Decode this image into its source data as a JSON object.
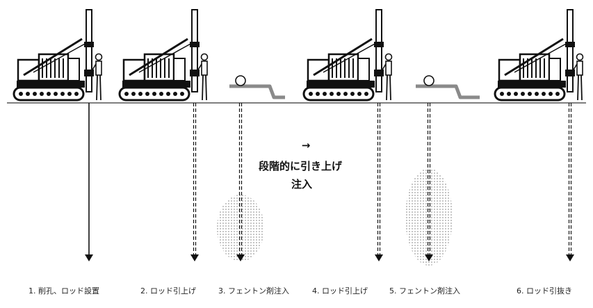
{
  "diagram": {
    "center_note": {
      "arrow": "→",
      "line1": "段階的に引き上げ",
      "line2": "注入"
    },
    "steps": [
      {
        "label": "1. 削孔、ロッド設置",
        "scene": "rig",
        "rod": "solid"
      },
      {
        "label": "2. ロッド引上げ",
        "scene": "rig",
        "rod": "dashed"
      },
      {
        "label": "3. フェントン剤注入",
        "scene": "injector",
        "rod": "dashed"
      },
      {
        "label": "4. ロッド引上げ",
        "scene": "rig",
        "rod": "dashed"
      },
      {
        "label": "5. フェントン剤注入",
        "scene": "injector",
        "rod": "dashed"
      },
      {
        "label": "6. ロッド引抜き",
        "scene": "rig",
        "rod": "dashed"
      }
    ],
    "colors": {
      "ground": "#555555",
      "pipe": "#8a8a8a",
      "machine": "#111111",
      "dots": "#7a7a7a"
    }
  }
}
